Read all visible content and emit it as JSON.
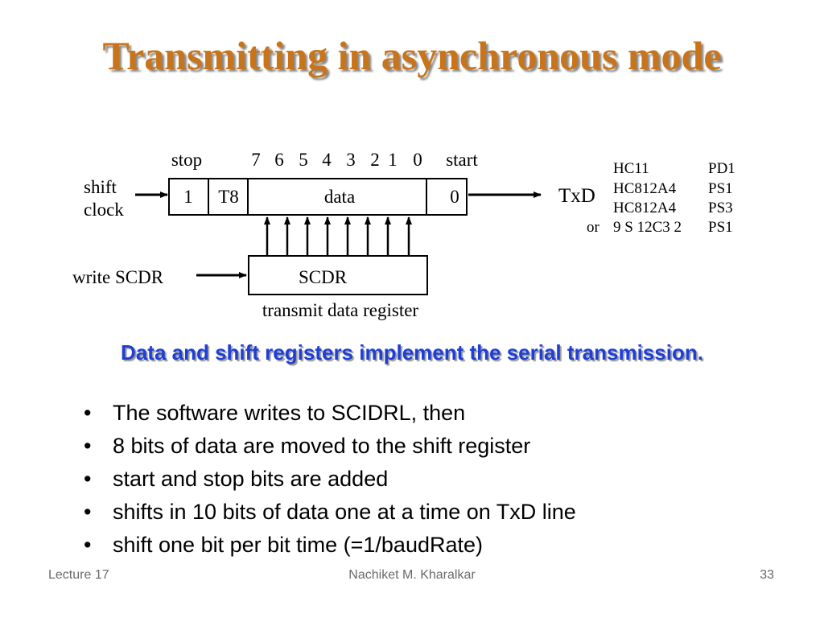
{
  "slide": {
    "title": "Transmitting in asynchronous mode",
    "subtitle": "Data and shift registers implement the serial transmission."
  },
  "diagram": {
    "label_stop": "stop",
    "label_start": "start",
    "bit_numbers": [
      "7",
      "6",
      "5",
      "4",
      "3",
      "2",
      "1",
      "0"
    ],
    "shift_clock_line1": "shift",
    "shift_clock_line2": "clock",
    "cell_stop": "1",
    "cell_t8": "T8",
    "cell_data": "data",
    "cell_start": "0",
    "txd": "TxD",
    "write_label": "write SCDR",
    "scdr": "SCDR",
    "register_caption": "transmit data register",
    "or_label": "or",
    "pin_table": [
      {
        "chip": "HC11",
        "pin": "PD1"
      },
      {
        "chip": "HC812A4",
        "pin": "PS1"
      },
      {
        "chip": "HC812A4",
        "pin": "PS3"
      },
      {
        "chip": "9 S 12C3 2",
        "pin": "PS1"
      }
    ]
  },
  "bullets": [
    "The software writes to SCIDRL, then",
    "8 bits of data are moved to the shift register",
    "start and stop bits are added",
    "shifts in 10 bits of data one at a time on TxD line",
    "shift one bit per bit time (=1/baudRate)"
  ],
  "footer": {
    "left": "Lecture 17",
    "center": "Nachiket M. Kharalkar",
    "right": "33"
  }
}
